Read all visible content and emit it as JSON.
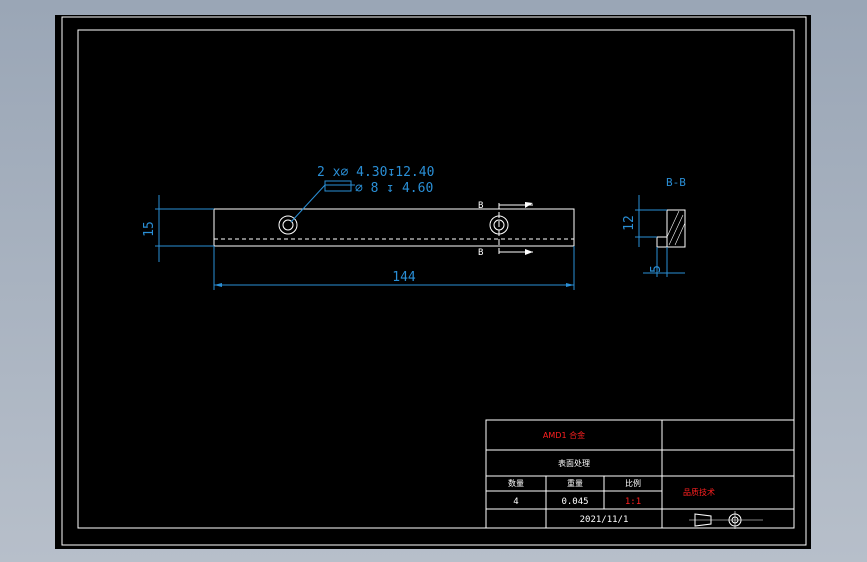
{
  "drawing": {
    "hole_note_line1": "2 x⌀ 4.30↧12.40",
    "hole_note_line2": "⌀ 8 ↧ 4.60",
    "dim_length": "144",
    "dim_height": "15",
    "section_label_top": "B",
    "section_label_bottom": "B",
    "section_title": "B-B",
    "section_dim_height": "12",
    "section_dim_width": "5"
  },
  "title_block": {
    "part_name": "AMD1 合金",
    "surface_treatment": "表面处理",
    "headers": [
      "数量",
      "重量",
      "比例"
    ],
    "values": [
      "4",
      "0.045",
      "1:1"
    ],
    "company": "品质技术",
    "date": "2021/11/1"
  },
  "colors": {
    "background": "#000000",
    "frame": "#ffffff",
    "part_outline": "#ffffff",
    "dimension": "#2a8fd6",
    "title_red": "#ff2020",
    "hidden_line": "#ffffff"
  }
}
